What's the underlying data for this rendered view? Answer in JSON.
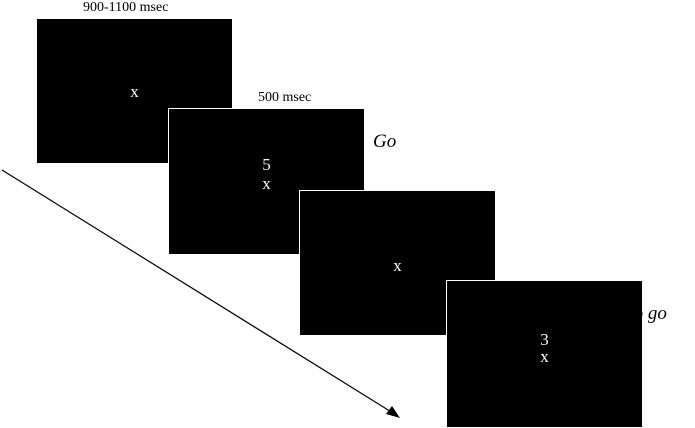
{
  "screens": [
    {
      "id": "fixation-1",
      "lines": [
        "x"
      ]
    },
    {
      "id": "digit-5",
      "lines": [
        "5",
        "x"
      ]
    },
    {
      "id": "fixation-2",
      "lines": [
        "x"
      ]
    },
    {
      "id": "digit-3",
      "lines": [
        "3",
        "x"
      ]
    }
  ],
  "timing": {
    "fixation": "900-1100 msec",
    "stimulus": "500 msec"
  },
  "conditions": {
    "go": "Go",
    "nogo": "No go"
  },
  "colors": {
    "screen": "#000000",
    "text_on_screen": "#ffffff",
    "arrow": "#000000"
  },
  "time_arrow": {
    "icon": "arrow-right-down"
  }
}
